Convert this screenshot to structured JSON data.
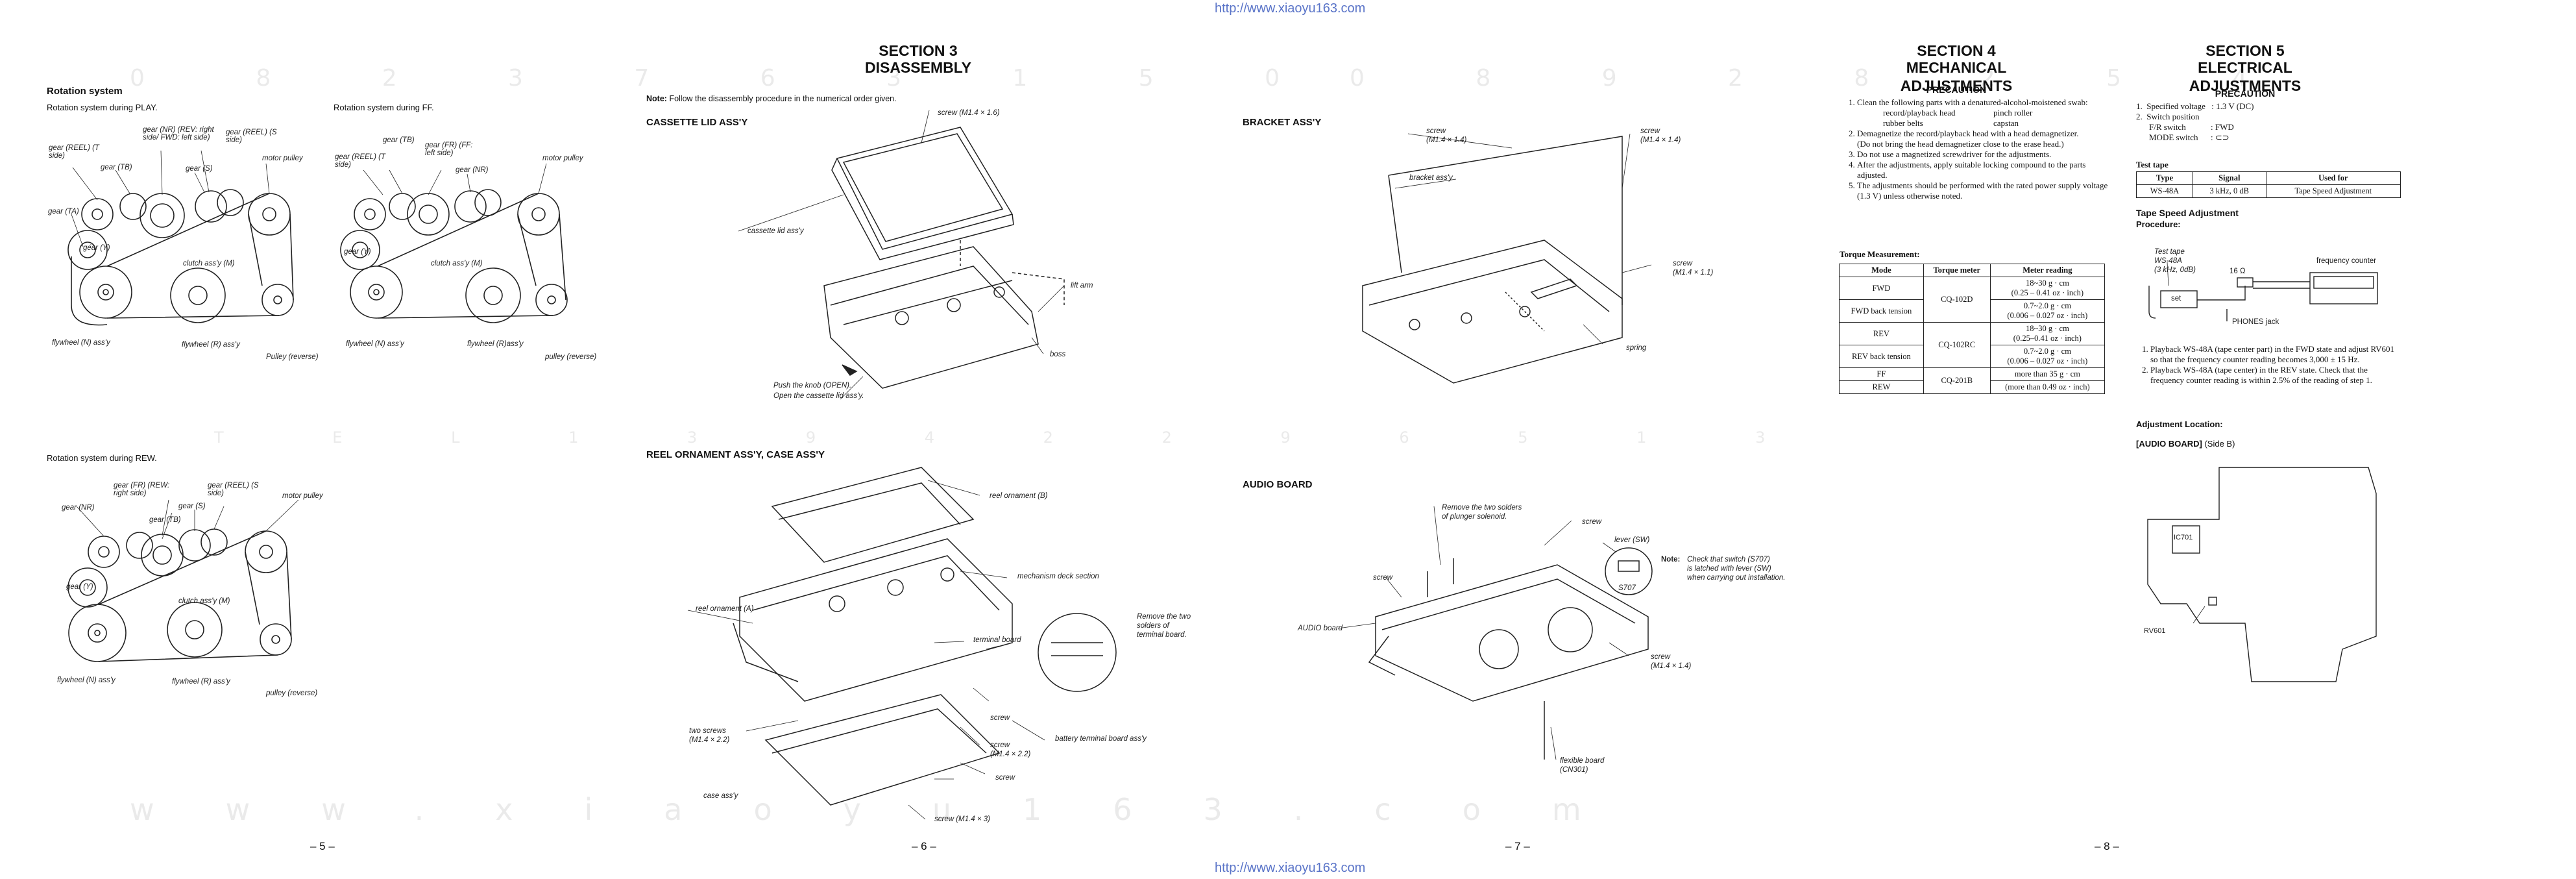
{
  "header": {
    "url_top": "http://www.xiaoyu163.com",
    "url_bottom": "http://www.xiaoyu163.com"
  },
  "watermark": {
    "row1": "0 8 2 3 7 6 3 1 5 0",
    "row2": "0 8 9 2 8 2 5 4",
    "row3": "www.xiaoyu163.com",
    "row4": "T E L 1 3 9 4 2 2 9 6 5 1 3"
  },
  "page5": {
    "title": "Rotation system",
    "play_caption": "Rotation system during PLAY.",
    "ff_caption": "Rotation system during FF.",
    "rew_caption": "Rotation system during REW.",
    "play_labels": [
      "gear (REEL) (T side)",
      "gear (TB)",
      "gear (NR) (REV: right side/ FWD: left side)",
      "gear (REEL) (S side)",
      "gear (S)",
      "gear (TA)",
      "motor pulley",
      "gear (Y)",
      "clutch ass'y (M)",
      "flywheel (N) ass'y",
      "flywheel (R) ass'y",
      "Pulley (reverse)"
    ],
    "ff_labels": [
      "gear (TB)",
      "gear (FR) (FF: left side)",
      "gear (REEL) (T side)",
      "gear (NR)",
      "motor pulley",
      "gear (Y)",
      "clutch ass'y (M)",
      "flywheel (N) ass'y",
      "flywheel (R)ass'y",
      "pulley (reverse)"
    ],
    "rew_labels": [
      "gear (FR) (REW: right side)",
      "gear (REEL) (S side)",
      "gear (NR)",
      "gear (S)",
      "motor pulley",
      "gear (TB)",
      "gear (Y)",
      "clutch ass'y (M)",
      "flywheel (N) ass'y",
      "flywheel (R) ass'y",
      "pulley (reverse)"
    ],
    "page_no": "– 5 –"
  },
  "page6": {
    "section": "SECTION 3",
    "section_title": "DISASSEMBLY",
    "note_label": "Note:",
    "note": "Follow the disassembly procedure in the numerical order given.",
    "cassette_heading": "CASSETTE LID ASS'Y",
    "cassette_labels": [
      "screw (M1.4 × 1.6)",
      "cassette lid ass'y",
      "lift arm",
      "boss",
      "Push the knob (OPEN).",
      "Open the cassette lid ass'y."
    ],
    "reel_heading": "REEL ORNAMENT ASS'Y, CASE ASS'Y",
    "reel_labels": [
      "reel ornament (B)",
      "mechanism deck section",
      "reel ornament (A)",
      "terminal board",
      "Remove the two",
      "solders of",
      "terminal board.",
      "two screws",
      "(M1.4 × 2.2)",
      "screw",
      "screw",
      "(M1.4 × 2.2)",
      "battery terminal board ass'y",
      "screw",
      "case ass'y",
      "screw (M1.4 × 3)"
    ],
    "page_no": "– 6 –"
  },
  "page7": {
    "bracket_heading": "BRACKET ASS'Y",
    "bracket_labels": [
      "screw",
      "(M1.4 × 1.4)",
      "screw",
      "(M1.4 × 1.4)",
      "bracket ass'y",
      "screw",
      "(M1.4 × 1.1)",
      "spring"
    ],
    "audio_heading": "AUDIO BOARD",
    "audio_labels": [
      "Remove the two solders",
      "of plunger solenoid.",
      "screw",
      "lever (SW)",
      "screw",
      "S707",
      "AUDIO board",
      "screw",
      "(M1.4 × 1.4)",
      "flexible board",
      "(CN301)"
    ],
    "audio_note_label": "Note:",
    "audio_note": [
      "Check that switch (S707)",
      "is latched with lever (SW)",
      "when carrying out installation."
    ],
    "page_no": "– 7 –"
  },
  "page8": {
    "s4": "SECTION 4",
    "s4_title": "MECHANICAL  ADJUSTMENTS",
    "precaution": "PRECAUTION",
    "prec_items": [
      "Clean the following parts with a denatured-alcohol-moistened swab:",
      "Demagnetize the record/playback head with a head demagnetizer.",
      "Do not use a magnetized screwdriver for the adjustments.",
      "After the adjustments, apply suitable locking compound to the parts adjusted.",
      "The adjustments should be performed with the rated power supply voltage (1.3 V) unless otherwise noted."
    ],
    "clean_parts": [
      "record/playback head",
      "pinch roller",
      "rubber belts",
      "capstan"
    ],
    "demag_note": "(Do not bring the head demagnetizer close to the erase head.)",
    "torque_title": "Torque Measurement:",
    "torque_headers": [
      "Mode",
      "Torque meter",
      "Meter reading"
    ],
    "torque_rows": [
      [
        "FWD",
        "CQ-102D",
        "18~30 g · cm",
        "(0.25 – 0.41 oz · inch)"
      ],
      [
        "FWD back tension",
        "",
        "0.7~2.0 g · cm",
        "(0.006 – 0.027 oz · inch)"
      ],
      [
        "REV",
        "CQ-102RC",
        "18~30 g · cm",
        "(0.25–0.41 oz · inch)"
      ],
      [
        "REV back tension",
        "",
        "0.7~2.0 g · cm",
        "(0.006 – 0.027 oz · inch)"
      ],
      [
        "FF",
        "CQ-201B",
        "more than 35 g · cm",
        ""
      ],
      [
        "REW",
        "",
        "(more than 0.49 oz · inch)",
        ""
      ]
    ],
    "s5": "SECTION 5",
    "s5_title": "ELECTRICAL  ADJUSTMENTS",
    "precaution2": "PRECAUTION",
    "s5_items": [
      "Specified voltage",
      ": 1.3 V (DC)",
      "Switch position",
      "F/R switch",
      ": FWD",
      "MODE switch",
      ": ⊂⊃"
    ],
    "test_tape": "Test tape",
    "tt_headers": [
      "Type",
      "Signal",
      "Used for"
    ],
    "tt_row": [
      "WS-48A",
      "3 kHz, 0 dB",
      "Tape Speed Adjustment"
    ],
    "tsa_title": "Tape Speed Adjustment",
    "procedure": "Procedure:",
    "diagram_labels": [
      "Test tape",
      "WS-48A",
      "(3 kHz, 0dB)",
      "set",
      "16 Ω",
      "frequency counter",
      "PHONES jack"
    ],
    "proc_items": [
      "Playback WS-48A (tape center part) in the FWD state and adjust RV601 so that the frequency counter reading becomes 3,000 ± 15 Hz.",
      "Playback WS-48A (tape center) in the REV state. Check that the frequency counter reading is within 2.5% of the reading of step 1."
    ],
    "adj_location": "Adjustment Location:",
    "audio_board": "[AUDIO BOARD]",
    "side_b": "(Side B)",
    "board_labels": [
      "IC701",
      "RV601"
    ],
    "page_no": "– 8 –"
  }
}
